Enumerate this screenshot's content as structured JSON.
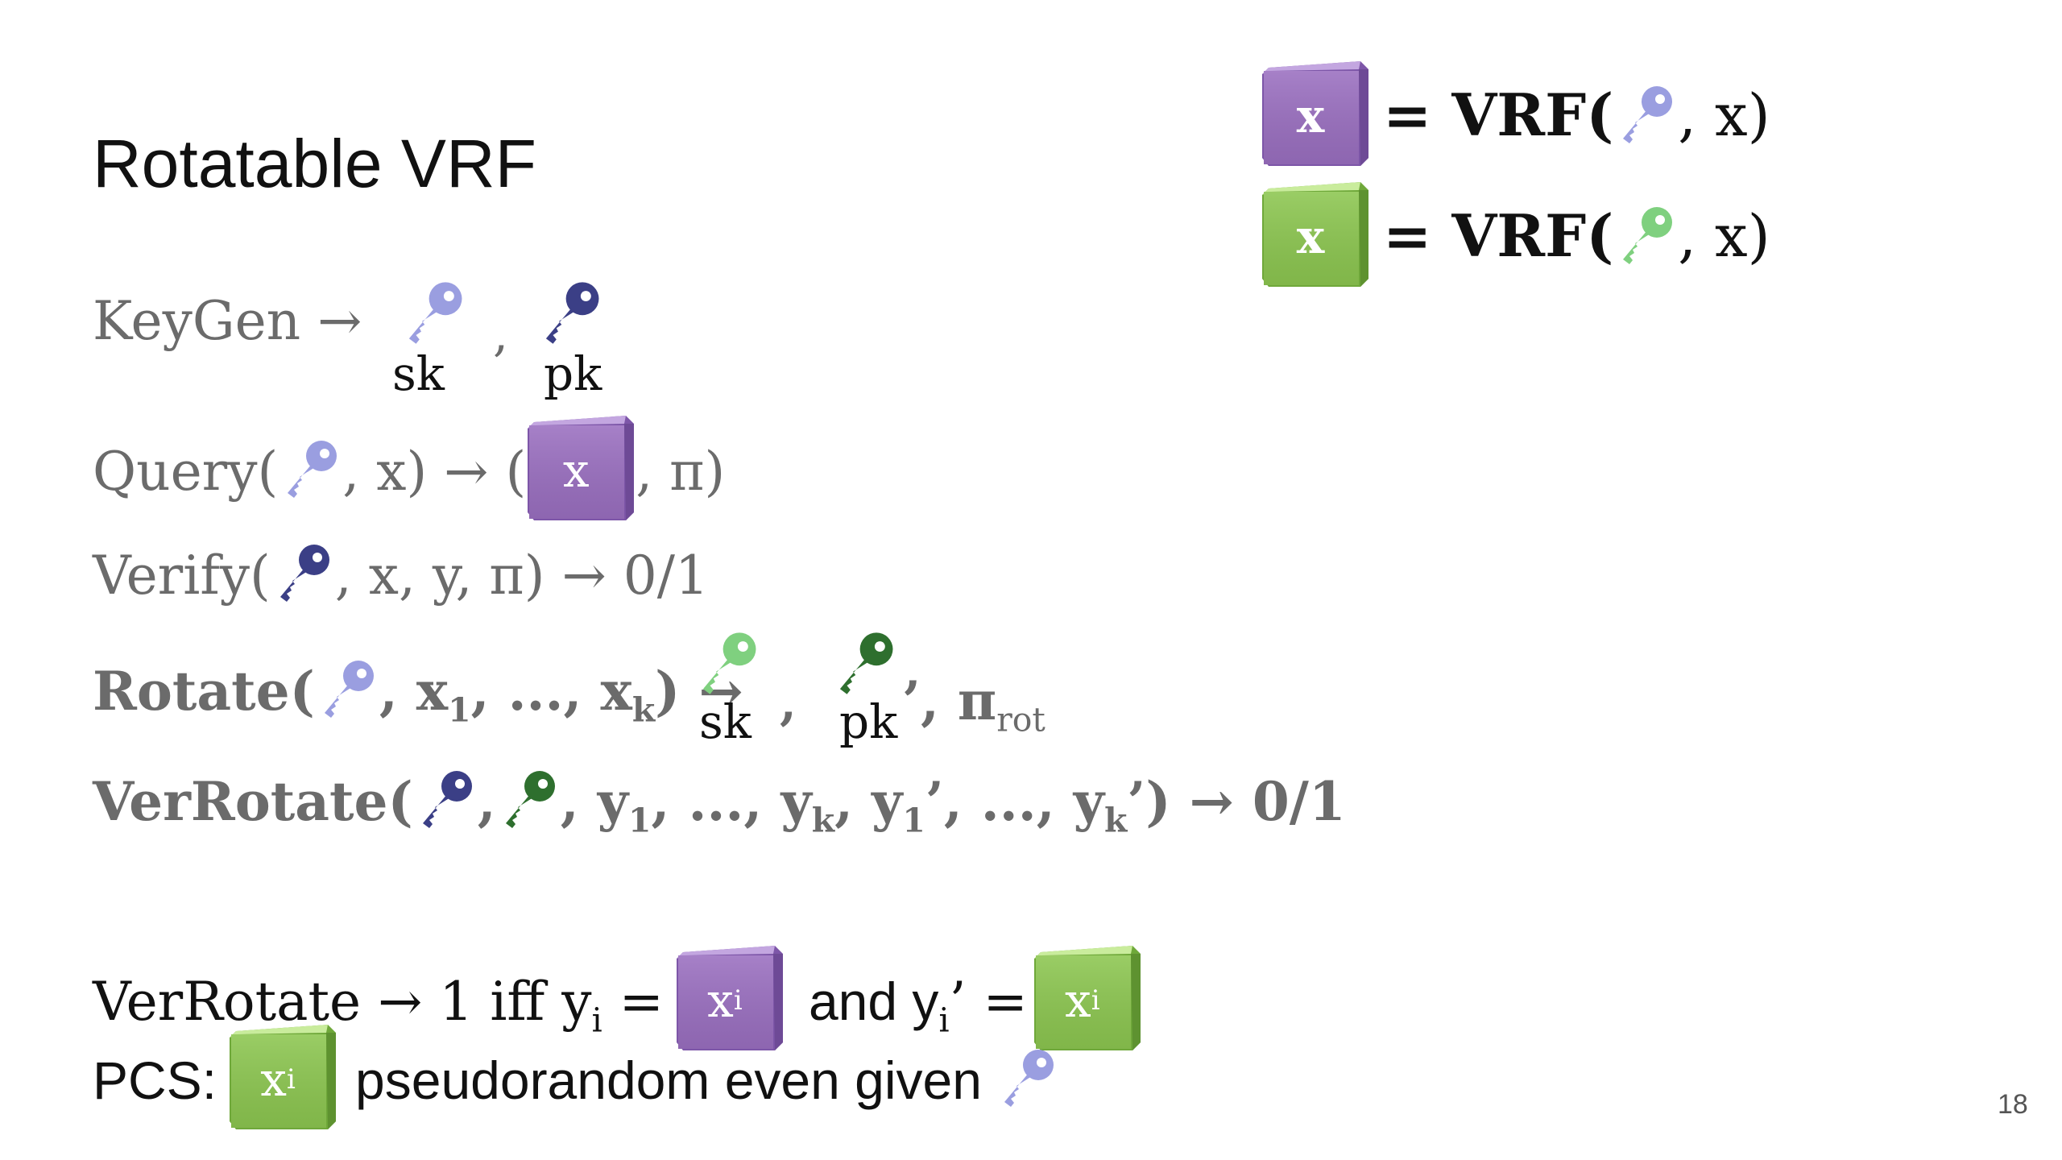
{
  "title": "Rotatable VRF",
  "legend": {
    "purple_cube_label": "x",
    "purple_eq": "= VRF(",
    "purple_tail": ", x)",
    "green_cube_label": "x",
    "green_eq": "= VRF(",
    "green_tail": ", x)"
  },
  "keygen": {
    "label": "KeyGen →",
    "comma": ",",
    "sk": "sk",
    "pk": "pk"
  },
  "query": {
    "label": "Query(",
    "mid": ", x) → (",
    "cube_label": "x",
    "tail": ", π)"
  },
  "verify": {
    "label": "Verify(",
    "tail": ", x, y, π) → 0/1"
  },
  "rotate": {
    "label": "Rotate(",
    "x1_base": ", x",
    "x1_sub": "1",
    "dots": ", ..., x",
    "xk_sub": "k",
    "arrow": ") →",
    "comma": ",",
    "sk": "sk",
    "pk": "pk",
    "pi_tail": "’, π",
    "pi_sub": "rot"
  },
  "verrotate": {
    "label": "VerRotate(",
    "c1": ",",
    "y1_base": ", y",
    "y1_sub": "1",
    "dots1": ", ..., y",
    "yk_sub": "k",
    "y1p_base": ", y",
    "y1p_sub": "1",
    "dots2": "’, ..., y",
    "ykp_sub": "k",
    "tail": "’) → 0/1"
  },
  "condition": {
    "prefix": "VerRotate → 1 iff y",
    "yi_sub": "i",
    "eq1": " =",
    "cube1_label": "x",
    "cube1_sub": "i",
    "and": "and y",
    "yip_sub": "i",
    "eq2": "’ =",
    "cube2_label": "x",
    "cube2_sub": "i"
  },
  "pcs": {
    "prefix": "PCS:",
    "cube_label": "x",
    "cube_sub": "i",
    "text": "pseudorandom even given"
  },
  "page_number": "18",
  "colors": {
    "purple_key": "#9a9ee0",
    "navy_key": "#3b3f86",
    "light_green_key": "#7fd07f",
    "dark_green_key": "#2e6f2e",
    "purple_cube": "#9a6fc0",
    "green_cube": "#8cc650",
    "text_gray": "#6b6b6b"
  },
  "icons": {
    "sk_key": "light-purple-key-icon",
    "pk_key": "navy-key-icon",
    "sk_rot_key": "light-green-key-icon",
    "pk_rot_key": "dark-green-key-icon",
    "cube": "cube-icon"
  }
}
